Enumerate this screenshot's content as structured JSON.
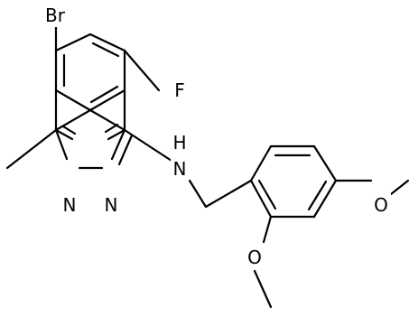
{
  "structure": {
    "atoms": {
      "Br": "Br",
      "F": "F",
      "N_ring_left": "N",
      "N_ring_right": "N",
      "NH": "H",
      "NH_N": "N",
      "O_para": "O",
      "O_ortho": "O"
    }
  },
  "colors": {
    "bond": "#000000",
    "label": "#000000",
    "background": "#ffffff"
  }
}
